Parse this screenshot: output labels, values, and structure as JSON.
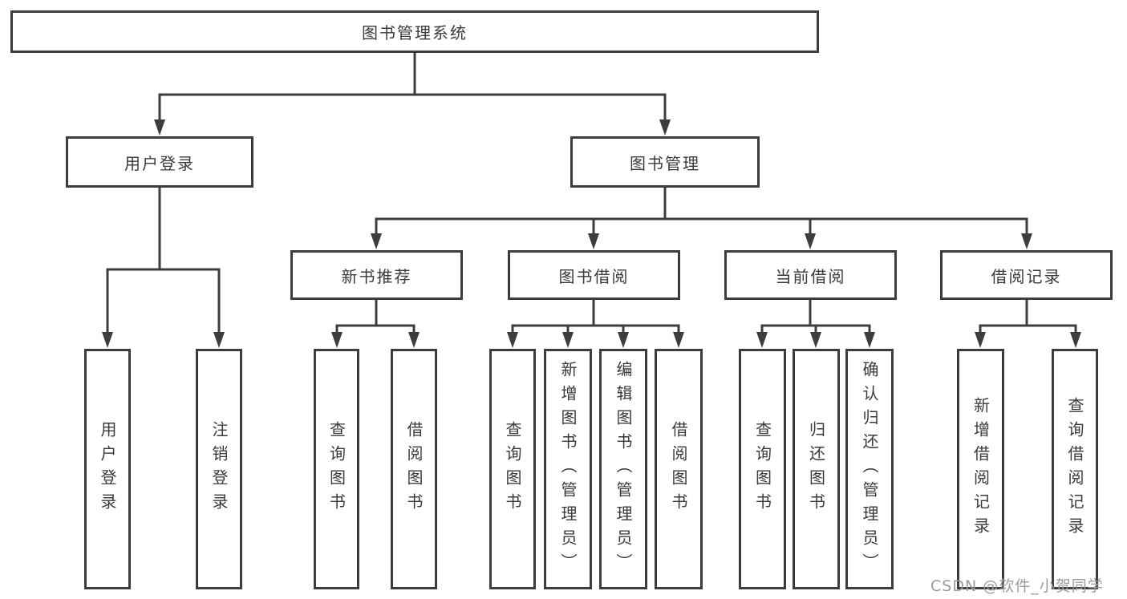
{
  "tree": {
    "root": {
      "label": "图书管理系统"
    },
    "children": [
      {
        "label": "用户登录",
        "children": [
          {
            "label": "用户登录"
          },
          {
            "label": "注销登录"
          }
        ]
      },
      {
        "label": "图书管理",
        "children": [
          {
            "label": "新书推荐",
            "children": [
              {
                "label": "查询图书"
              },
              {
                "label": "借阅图书"
              }
            ]
          },
          {
            "label": "图书借阅",
            "children": [
              {
                "label": "查询图书"
              },
              {
                "label": "新增图书（管理员）"
              },
              {
                "label": "编辑图书（管理员）"
              },
              {
                "label": "借阅图书"
              }
            ]
          },
          {
            "label": "当前借阅",
            "children": [
              {
                "label": "查询图书"
              },
              {
                "label": "归还图书"
              },
              {
                "label": "确认归还（管理员）"
              }
            ]
          },
          {
            "label": "借阅记录",
            "children": [
              {
                "label": "新增借阅记录"
              },
              {
                "label": "查询借阅记录"
              }
            ]
          }
        ]
      }
    ]
  },
  "watermark": "CSDN @软件_小贺同学",
  "colors": {
    "line": "#3d3d3d",
    "text": "#3a3a3a",
    "background": "#ffffff",
    "watermark": "#9b9ba3"
  }
}
